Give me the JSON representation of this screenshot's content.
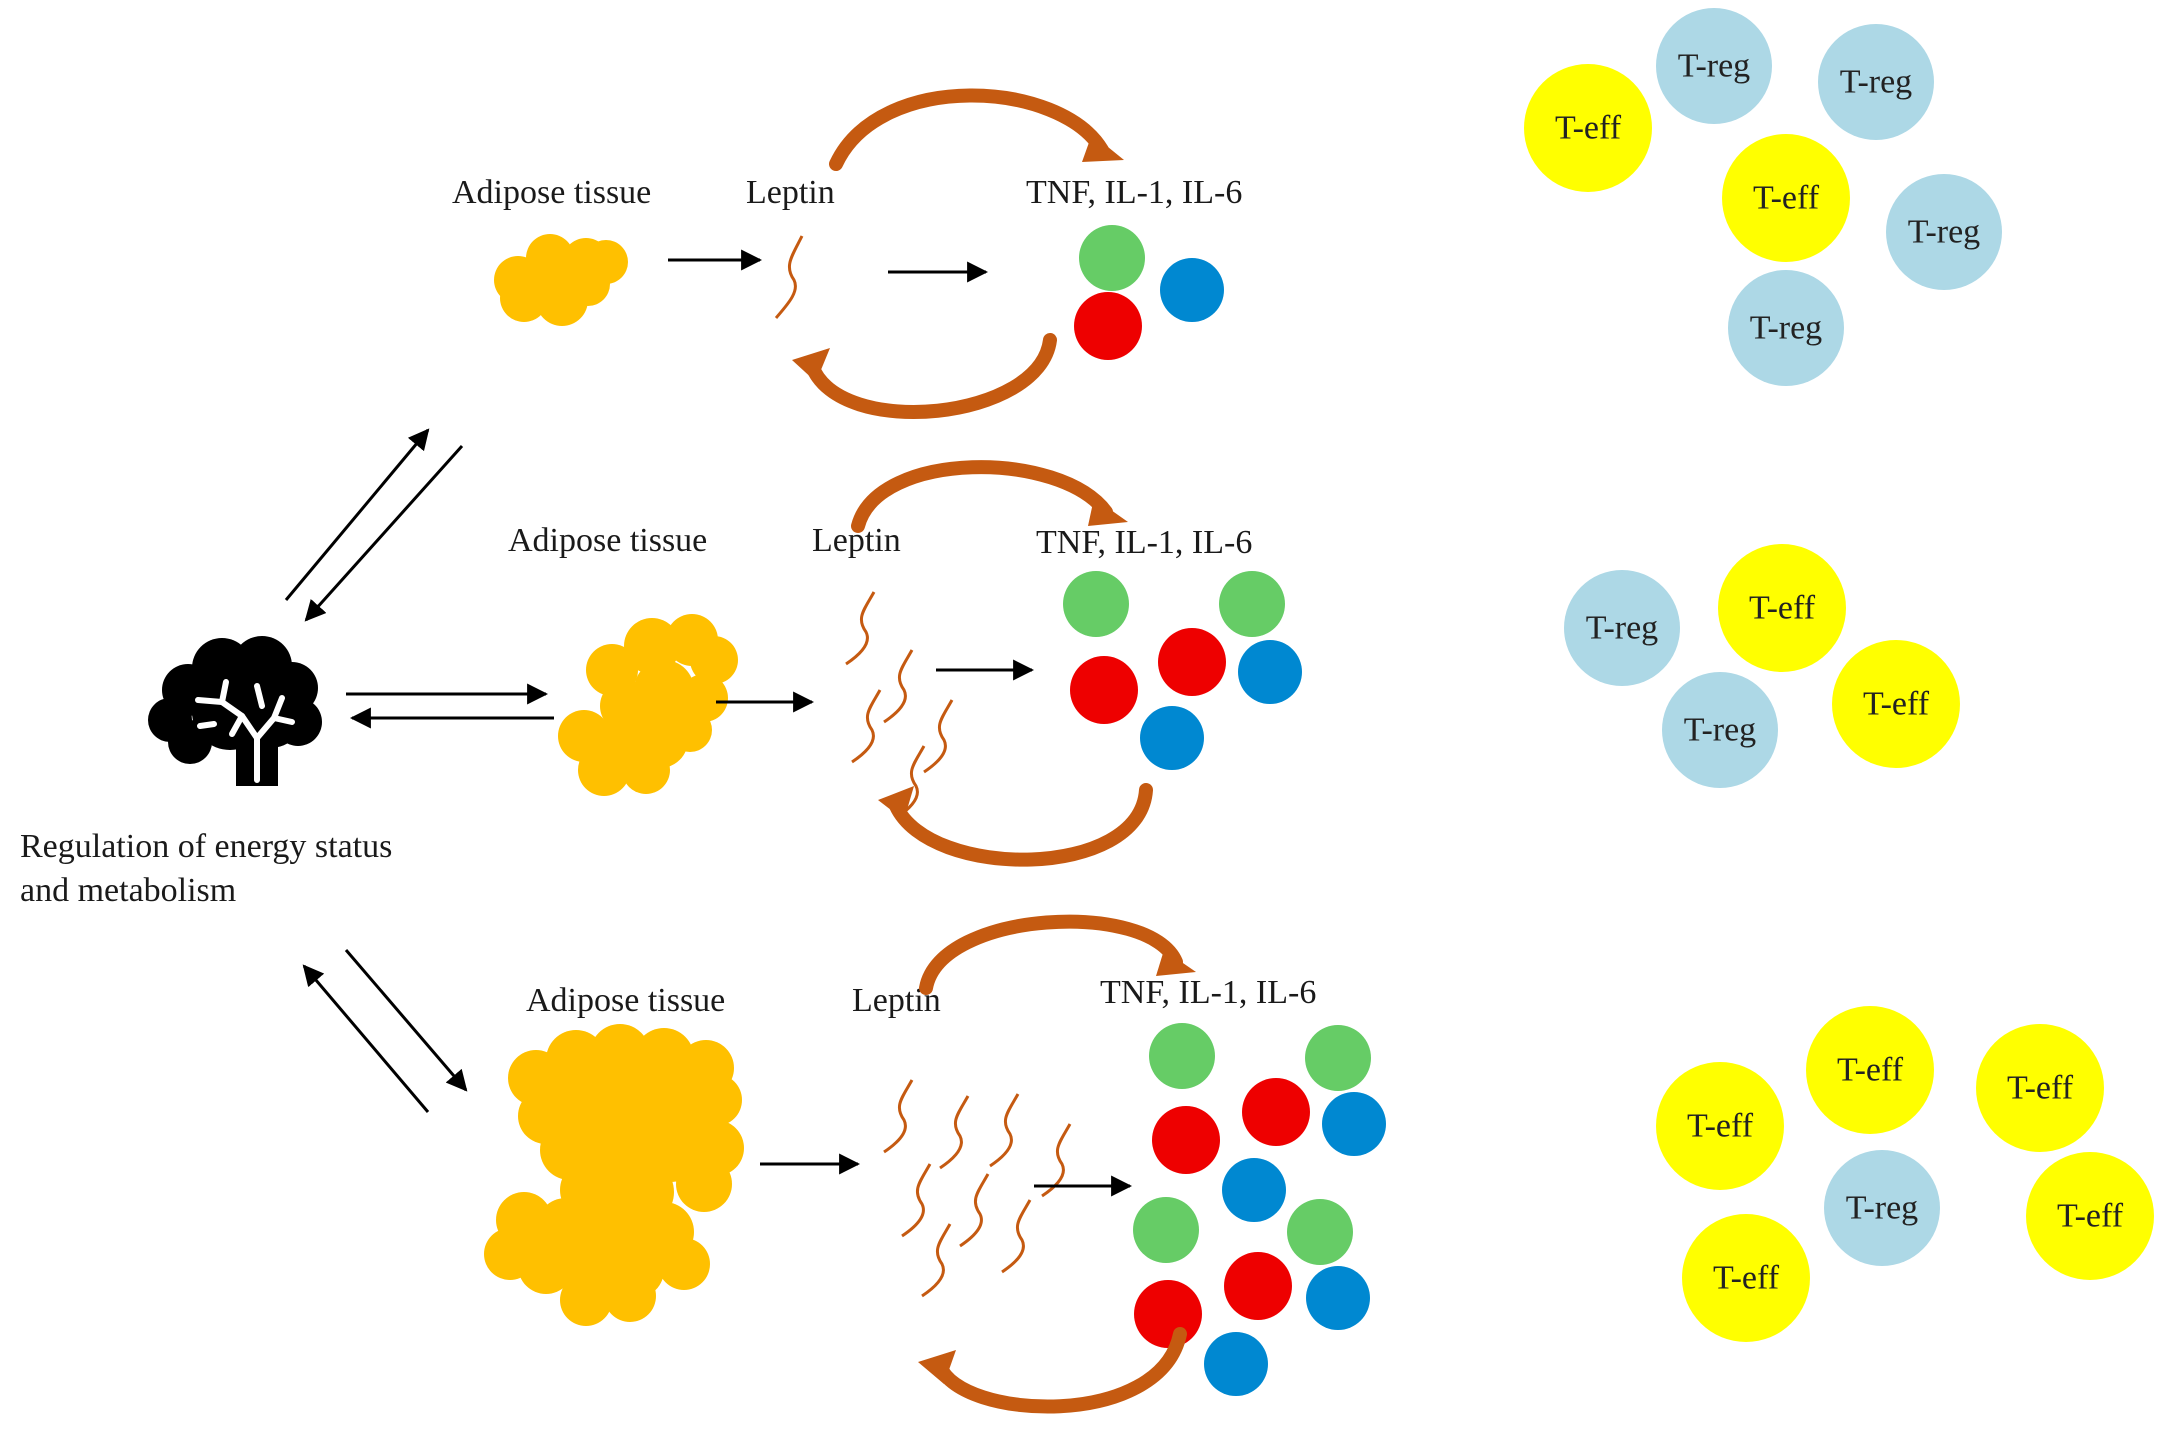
{
  "colors": {
    "adipose": "#FFC000",
    "leptin": "#C55A11",
    "feedback_arrow": "#C55A11",
    "cytokine_green": "#66CC66",
    "cytokine_red": "#EE0000",
    "cytokine_blue": "#0088D1",
    "t_eff": "#FFFF00",
    "t_reg": "#ADD8E6",
    "arrow": "#000000"
  },
  "brain": {
    "icon": "brain-icon",
    "caption_line1": "Regulation of energy status",
    "caption_line2": "and metabolism"
  },
  "panels": [
    {
      "adipose_label": "Adipose tissue",
      "leptin_label": "Leptin",
      "cytokine_label": "TNF, IL-1, IL-6",
      "t_cells": [
        "T-eff",
        "T-reg",
        "T-reg",
        "T-eff",
        "T-reg",
        "T-reg"
      ]
    },
    {
      "adipose_label": "Adipose tissue",
      "leptin_label": "Leptin",
      "cytokine_label": "TNF, IL-1, IL-6",
      "t_cells": [
        "T-reg",
        "T-eff",
        "T-eff",
        "T-reg"
      ]
    },
    {
      "adipose_label": "Adipose tissue",
      "leptin_label": "Leptin",
      "cytokine_label": "TNF, IL-1, IL-6",
      "t_cells": [
        "T-eff",
        "T-eff",
        "T-eff",
        "T-reg",
        "T-eff",
        "T-eff"
      ]
    }
  ]
}
